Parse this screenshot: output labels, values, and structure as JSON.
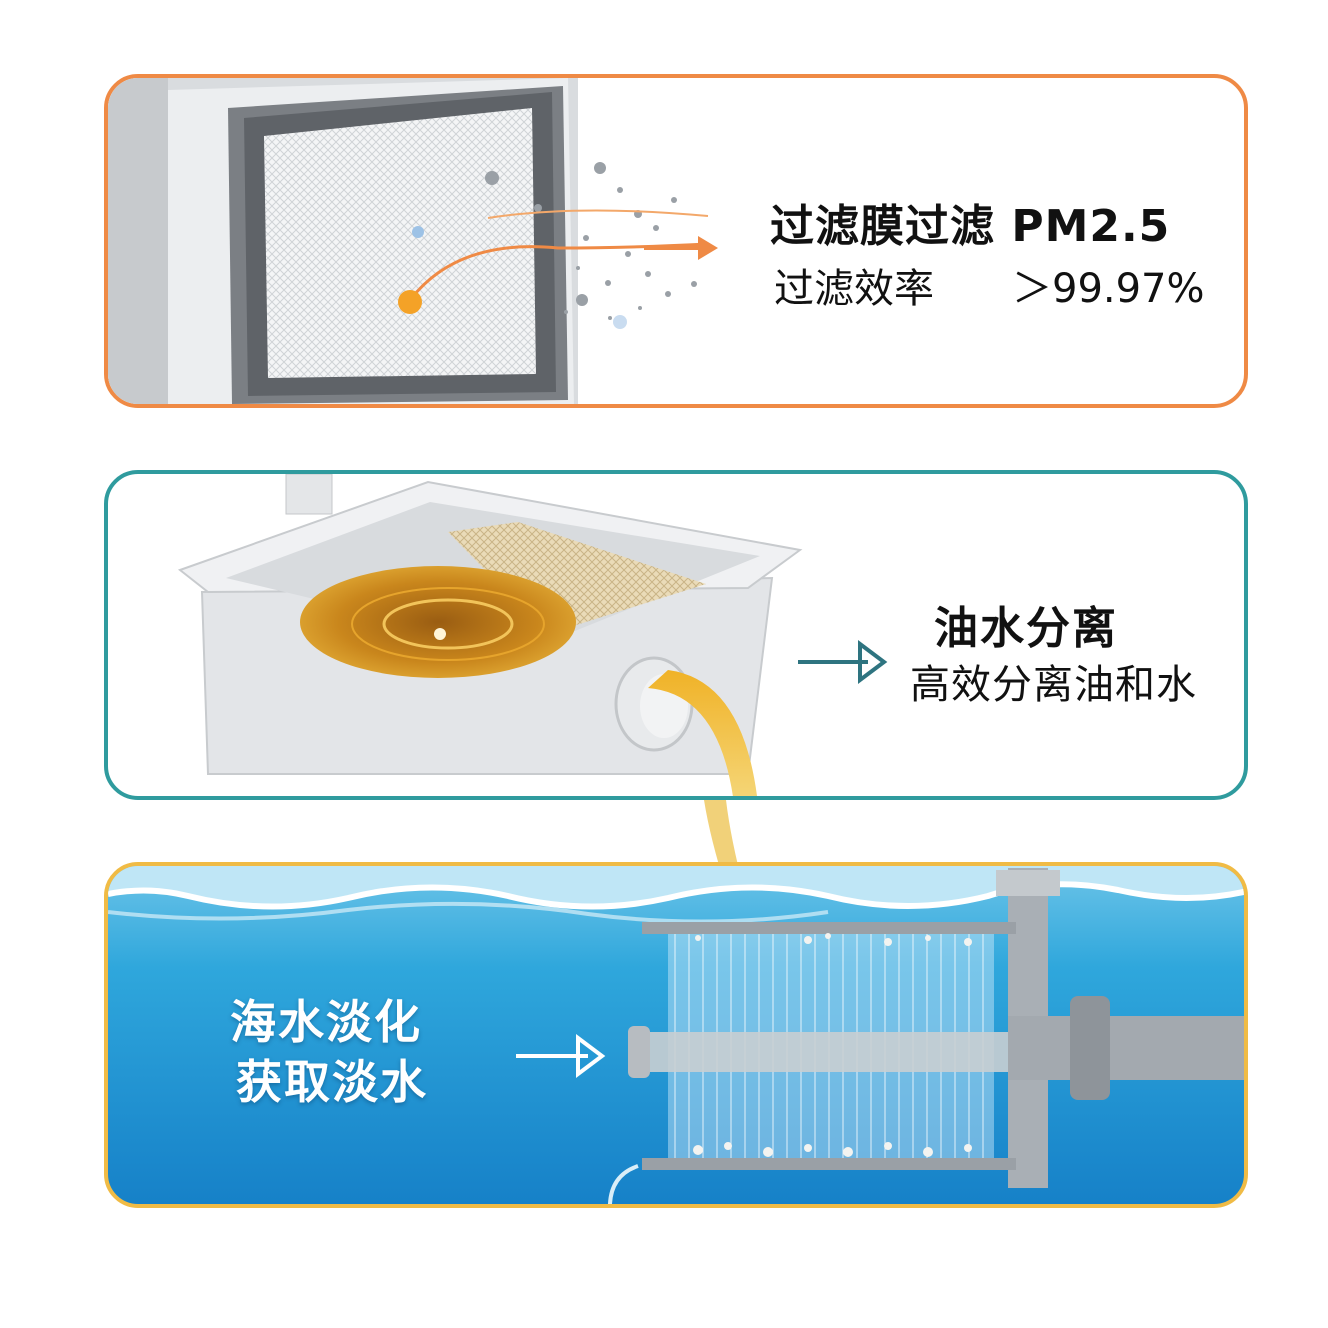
{
  "panels": [
    {
      "title": "过滤膜过滤 PM2.5",
      "metric_label": "过滤效率",
      "metric_value": "＞99.97%",
      "border_color": "#ef8a45",
      "icons": [
        "air-filter-illustration",
        "particle-flow-arrow"
      ]
    },
    {
      "title": "油水分离",
      "subtitle": "高效分离油和水",
      "border_color": "#2f9b9e",
      "icons": [
        "oil-water-separator-tank-illustration",
        "arrow-right-icon"
      ]
    },
    {
      "title": "海水淡化",
      "subtitle": "获取淡水",
      "border_color": "#f0bb45",
      "icons": [
        "desalination-membrane-illustration",
        "arrow-right-icon"
      ]
    }
  ],
  "colors": {
    "orange_accent": "#ef8a45",
    "teal_accent": "#2f9b9e",
    "gold_accent": "#f0bb45",
    "oil": "#d99a1e",
    "sea_blue": "#1b8fd0"
  }
}
